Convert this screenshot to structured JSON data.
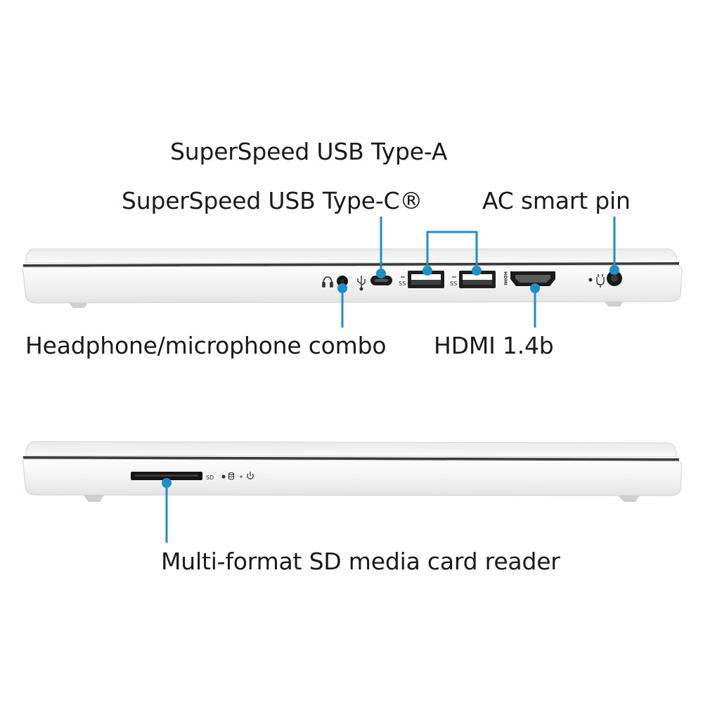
{
  "callouts": {
    "usb_a": "SuperSpeed USB Type-A",
    "usb_c": "SuperSpeed USB Type-C®",
    "ac_pin": "AC smart pin",
    "headphone": "Headphone/microphone combo",
    "hdmi": "HDMI 1.4b",
    "sd_reader": "Multi-format SD media card reader"
  },
  "port_marks": {
    "sd": "SD",
    "ss_left": "SS",
    "ss_right": "SS",
    "hdmi": "HDMI"
  },
  "colors": {
    "accent": "#1e8fc6",
    "chassis": "#f4f4f4",
    "seam": "#3a3a3a",
    "text": "#1a1a1a"
  },
  "icons": [
    "headphone-icon",
    "usb-icon",
    "superspeed-icon",
    "hdmi-logo-icon",
    "power-plug-icon",
    "power-icon",
    "storage-activity-icon"
  ]
}
